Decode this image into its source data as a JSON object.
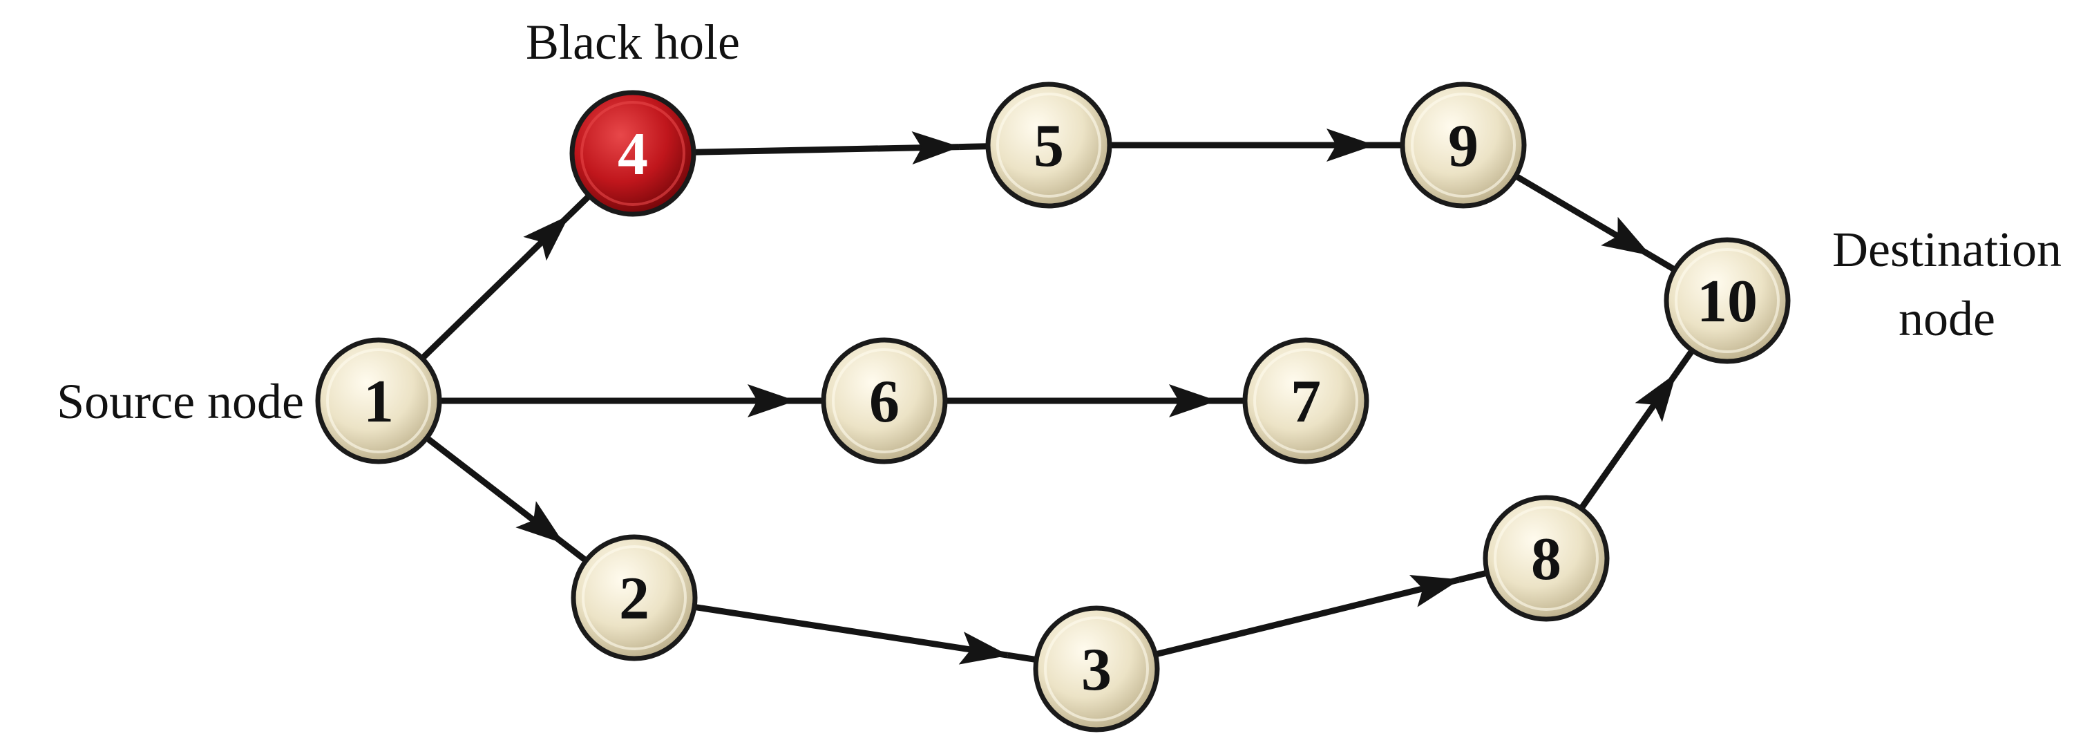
{
  "nodes": [
    {
      "id": "1",
      "label": "1",
      "role": "source"
    },
    {
      "id": "2",
      "label": "2",
      "role": "normal"
    },
    {
      "id": "3",
      "label": "3",
      "role": "normal"
    },
    {
      "id": "4",
      "label": "4",
      "role": "blackhole"
    },
    {
      "id": "5",
      "label": "5",
      "role": "normal"
    },
    {
      "id": "6",
      "label": "6",
      "role": "normal"
    },
    {
      "id": "7",
      "label": "7",
      "role": "normal"
    },
    {
      "id": "8",
      "label": "8",
      "role": "normal"
    },
    {
      "id": "9",
      "label": "9",
      "role": "normal"
    },
    {
      "id": "10",
      "label": "10",
      "role": "destination"
    }
  ],
  "edges": [
    {
      "from": "1",
      "to": "4"
    },
    {
      "from": "4",
      "to": "5"
    },
    {
      "from": "5",
      "to": "9"
    },
    {
      "from": "9",
      "to": "10"
    },
    {
      "from": "1",
      "to": "6"
    },
    {
      "from": "6",
      "to": "7"
    },
    {
      "from": "1",
      "to": "2"
    },
    {
      "from": "2",
      "to": "3"
    },
    {
      "from": "3",
      "to": "8"
    },
    {
      "from": "8",
      "to": "10"
    }
  ],
  "annotations": {
    "black_hole": "Black hole",
    "source": "Source node",
    "destination_line1": "Destination",
    "destination_line2": "node"
  },
  "colors": {
    "node_fill": "#ece3c6",
    "node_highlight": "#fffbee",
    "node_shadow": "#b8ab86",
    "node_stroke": "#1a1a1a",
    "blackhole_fill": "#c0161c",
    "blackhole_highlight": "#e8484a",
    "blackhole_shadow": "#6e0508",
    "blackhole_text": "#ffffff",
    "text": "#111111",
    "edge": "#141414"
  }
}
